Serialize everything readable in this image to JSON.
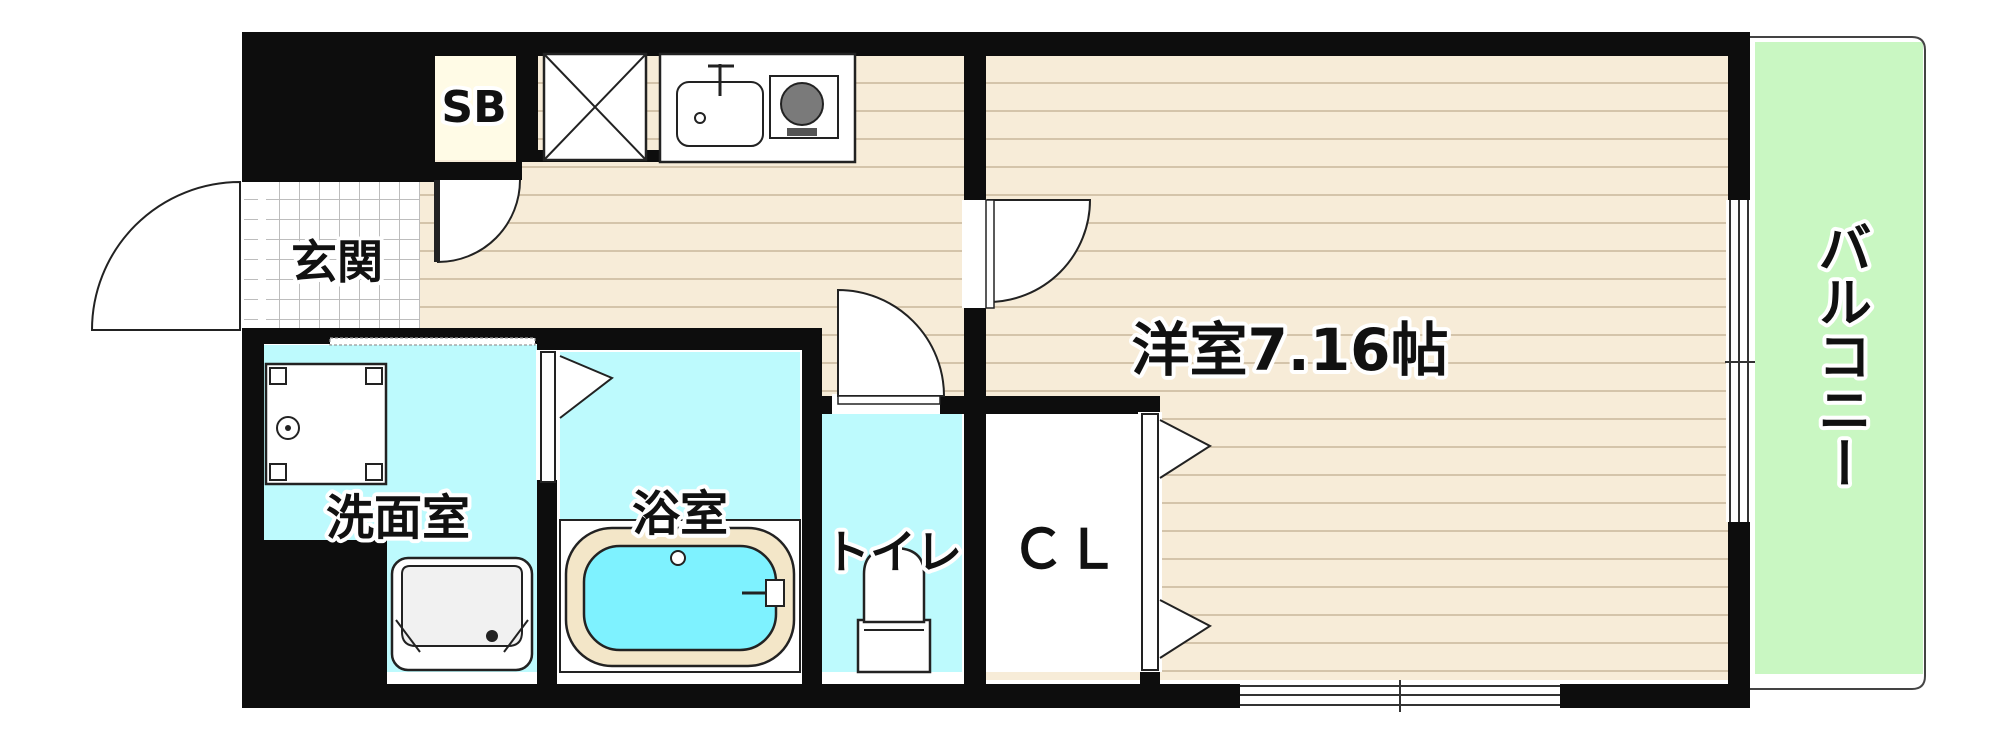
{
  "rooms": {
    "western_room": "洋室7.16帖",
    "balcony": "バルコニー",
    "entrance": "玄関",
    "washroom": "洗面室",
    "bathroom": "浴室",
    "toilet": "トイレ",
    "closet": "ＣＬ",
    "shoe_box": "SB"
  },
  "colors": {
    "wall": "#0d0d0d",
    "wood_floor": "#f7ecd8",
    "floor_line": "#c9b79a",
    "wet_area": "#bdfafd",
    "bathtub": "#7ef2ff",
    "balcony": "#c9f7c2",
    "shoe_box": "#fffbe6",
    "entrance": "#ffffff"
  }
}
